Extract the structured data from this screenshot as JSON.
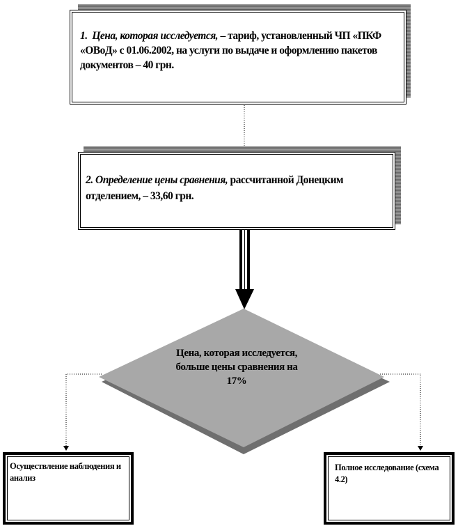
{
  "box1": {
    "num": "1.",
    "title": "Цена, которая исследуется,",
    "text": " – тариф, установленный ЧП «ПКФ «ОВоД» с 01.06.2002, на услуги по выдаче и оформлению пакетов документов – 40 грн."
  },
  "box2": {
    "title": "2. Определение цены сравнения,",
    "text": " рассчитанной Донецким отделением, – 33,60 грн."
  },
  "decision": {
    "text": "Цена, которая исследуется, больше цены сравнения на 17%"
  },
  "outcome_left": {
    "text": "Осуществление наблюдения и анализ"
  },
  "outcome_right": {
    "text": "Полное исследование (схема 4.2)"
  }
}
